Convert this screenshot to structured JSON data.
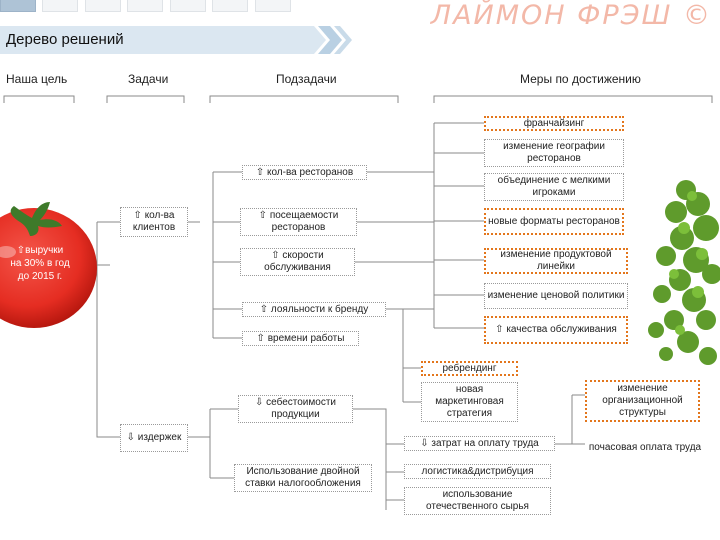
{
  "logo_text": "ЛАЙМОН ФРЭШ ©",
  "banner_title": "Дерево решений",
  "columns": {
    "goal": "Наша цель",
    "tasks": "Задачи",
    "subtasks": "Подзадачи",
    "measures": "Меры  по достижению"
  },
  "goal": "⇧выручки на 30% в год до 2015 г.",
  "tasks": {
    "clients": "⇧ кол-ва клиентов",
    "costs": "⇩ издержек"
  },
  "subtasks": {
    "restaurants": "⇧ кол-ва ресторанов",
    "attendance": "⇧ посещаемости ресторанов",
    "service_speed": "⇧ скорости обслуживания",
    "loyalty": "⇧ лояльности к бренду",
    "hours": "⇧ времени работы",
    "cost_price": "⇩ себестоимости продукции",
    "double_tax": "Использование двойной ставки налогообложения"
  },
  "measures": {
    "franchising": "франчайзинг",
    "geography": "изменение географии ресторанов",
    "merger": "объединение с мелкими игроками",
    "new_formats": "новые форматы ресторанов",
    "product_line": "изменение продуктовой линейки",
    "price_policy": "изменение ценовой политики",
    "service_quality": "⇧ качества обслуживания",
    "rebranding": "ребрендинг",
    "marketing": "новая маркетинговая стратегия",
    "org_structure": "изменение организационной структуры",
    "labor_costs": "⇩ затрат на оплату труда",
    "hourly_pay": "почасовая оплата труда",
    "logistics": "логистика&дистрибуция",
    "domestic_raw": "использование отечественного сырья"
  },
  "colors": {
    "orange_border": "#e3761c",
    "gray_border": "#9a9a9a",
    "tomato": "#e52d22",
    "banner": "#dbe7f1"
  }
}
